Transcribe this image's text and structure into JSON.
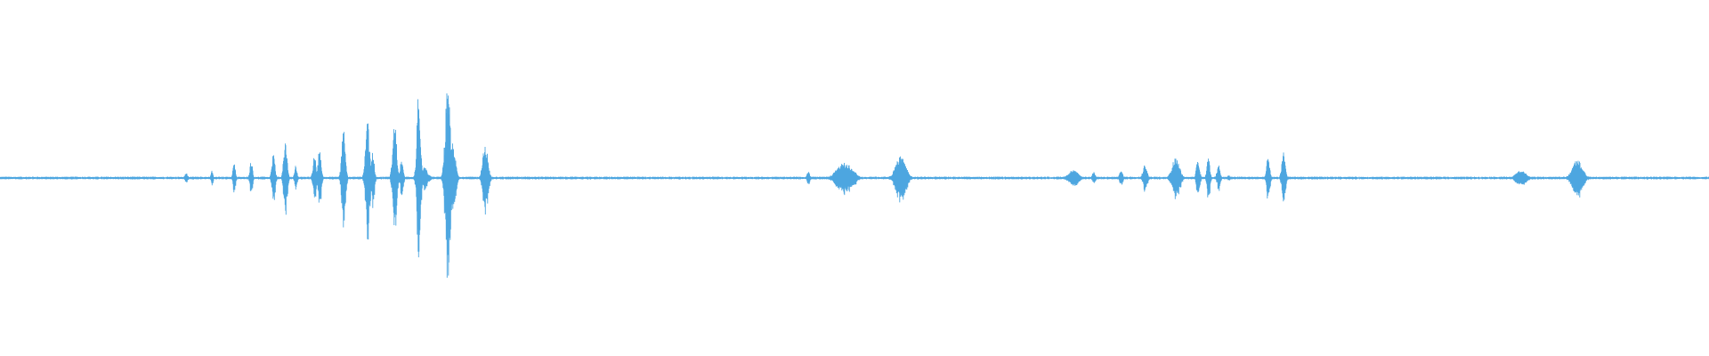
{
  "waveform": {
    "color": "#4da6e0",
    "baseline_amplitude": 0.008,
    "bursts": [
      {
        "t": 0.109,
        "amp": 0.03,
        "dur": 0.0012
      },
      {
        "t": 0.124,
        "amp": 0.05,
        "dur": 0.0008
      },
      {
        "t": 0.137,
        "amp": 0.09,
        "dur": 0.001
      },
      {
        "t": 0.147,
        "amp": 0.12,
        "dur": 0.001
      },
      {
        "t": 0.16,
        "amp": 0.16,
        "dur": 0.0012
      },
      {
        "t": 0.167,
        "amp": 0.23,
        "dur": 0.0014
      },
      {
        "t": 0.173,
        "amp": 0.08,
        "dur": 0.001
      },
      {
        "t": 0.184,
        "amp": 0.15,
        "dur": 0.0012
      },
      {
        "t": 0.187,
        "amp": 0.19,
        "dur": 0.0012
      },
      {
        "t": 0.201,
        "amp": 0.32,
        "dur": 0.0014
      },
      {
        "t": 0.215,
        "amp": 0.38,
        "dur": 0.0016
      },
      {
        "t": 0.218,
        "amp": 0.2,
        "dur": 0.0012
      },
      {
        "t": 0.231,
        "amp": 0.36,
        "dur": 0.0016
      },
      {
        "t": 0.235,
        "amp": 0.12,
        "dur": 0.0012
      },
      {
        "t": 0.245,
        "amp": 0.58,
        "dur": 0.0014
      },
      {
        "t": 0.248,
        "amp": 0.07,
        "dur": 0.003
      },
      {
        "t": 0.262,
        "amp": 0.58,
        "dur": 0.002
      },
      {
        "t": 0.265,
        "amp": 0.22,
        "dur": 0.002
      },
      {
        "t": 0.284,
        "amp": 0.22,
        "dur": 0.002
      },
      {
        "t": 0.473,
        "amp": 0.04,
        "dur": 0.0012
      },
      {
        "t": 0.494,
        "amp": 0.1,
        "dur": 0.006
      },
      {
        "t": 0.5,
        "amp": 0.04,
        "dur": 0.002
      },
      {
        "t": 0.527,
        "amp": 0.14,
        "dur": 0.004
      },
      {
        "t": 0.628,
        "amp": 0.05,
        "dur": 0.004
      },
      {
        "t": 0.64,
        "amp": 0.04,
        "dur": 0.0012
      },
      {
        "t": 0.656,
        "amp": 0.05,
        "dur": 0.0012
      },
      {
        "t": 0.67,
        "amp": 0.09,
        "dur": 0.0016
      },
      {
        "t": 0.688,
        "amp": 0.13,
        "dur": 0.003
      },
      {
        "t": 0.701,
        "amp": 0.14,
        "dur": 0.0012
      },
      {
        "t": 0.707,
        "amp": 0.13,
        "dur": 0.0012
      },
      {
        "t": 0.713,
        "amp": 0.09,
        "dur": 0.0012
      },
      {
        "t": 0.719,
        "amp": 0.02,
        "dur": 0.001
      },
      {
        "t": 0.742,
        "amp": 0.14,
        "dur": 0.0012
      },
      {
        "t": 0.751,
        "amp": 0.16,
        "dur": 0.0014
      },
      {
        "t": 0.89,
        "amp": 0.05,
        "dur": 0.004
      },
      {
        "t": 0.923,
        "amp": 0.12,
        "dur": 0.004
      }
    ]
  }
}
